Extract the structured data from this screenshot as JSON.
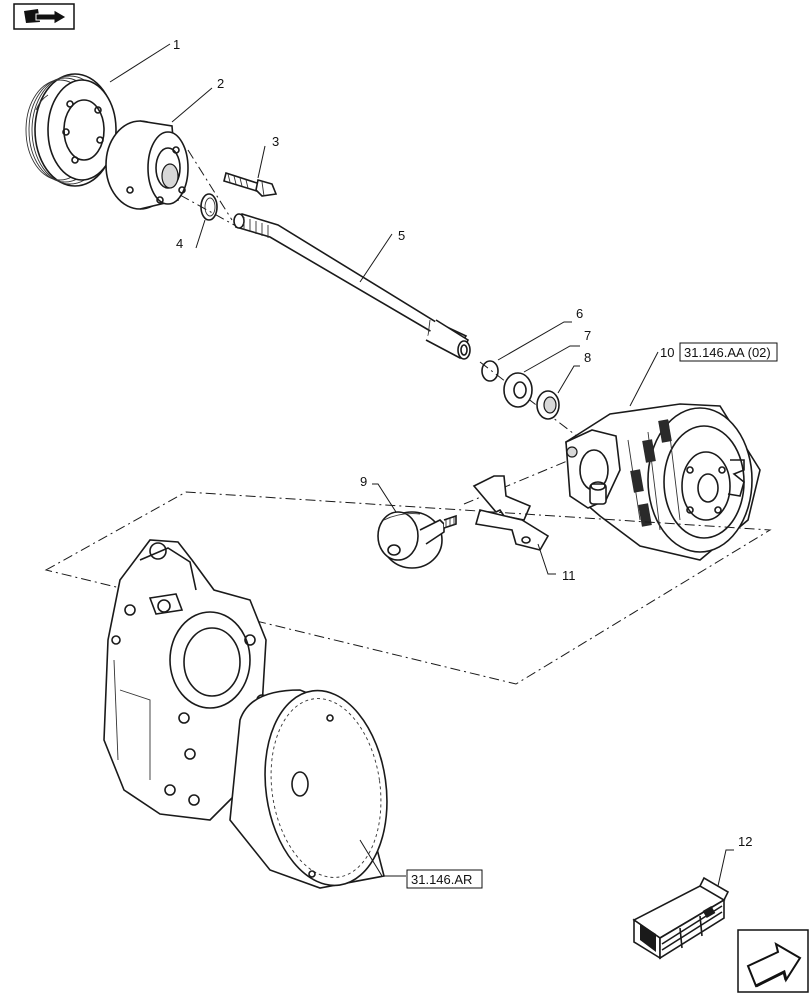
{
  "callouts": {
    "c1": "1",
    "c2": "2",
    "c3": "3",
    "c4": "4",
    "c5": "5",
    "c6": "6",
    "c7": "7",
    "c8": "8",
    "c9": "9",
    "c10": "10",
    "c11": "11",
    "c12": "12"
  },
  "references": {
    "ref_aa02": "31.146.AA (02)",
    "ref_ar": "31.146.AR"
  },
  "icons": {
    "top_left": "book-arrow-icon",
    "bottom_right": "next-page-arrow-icon",
    "kit": "crate-kit-icon"
  }
}
